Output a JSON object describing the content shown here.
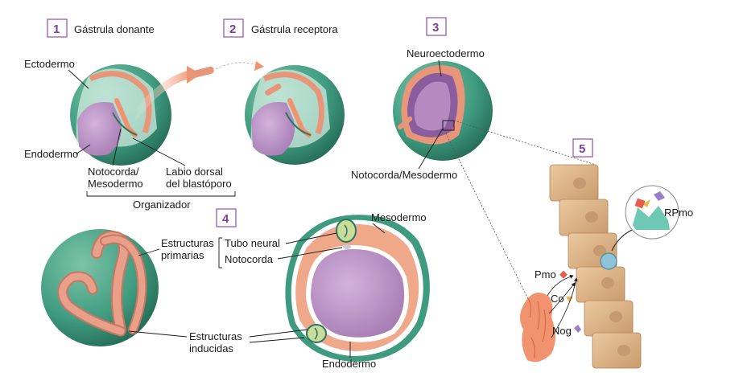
{
  "panels": [
    {
      "number": "1",
      "title": "Gástrula donante"
    },
    {
      "number": "2",
      "title": "Gástrula receptora"
    },
    {
      "number": "3",
      "title": ""
    },
    {
      "number": "4",
      "title": ""
    },
    {
      "number": "5",
      "title": ""
    }
  ],
  "labels": {
    "ectodermo": "Ectodermo",
    "endodermo_1": "Endodermo",
    "notocorda_mesodermo_1a": "Notocorda/",
    "notocorda_mesodermo_1b": "Mesodermo",
    "labio_dorsal_a": "Labio dorsal",
    "labio_dorsal_b": "del blastóporo",
    "organizador": "Organizador",
    "neuroectodermo": "Neuroectodermo",
    "notocorda_mesodermo_3": "Notocorda/Mesodermo",
    "estructuras_primarias_a": "Estructuras",
    "estructuras_primarias_b": "primarias",
    "tubo_neural": "Tubo neural",
    "notocorda": "Notocorda",
    "mesodermo": "Mesodermo",
    "estructuras_inducidas_a": "Estructuras",
    "estructuras_inducidas_b": "inducidas",
    "endodermo_4": "Endodermo",
    "pmo": "Pmo",
    "co": "Co",
    "nog": "Nog",
    "rpmo": "RPmo"
  },
  "colors": {
    "green": "#3f9b7f",
    "green_dark": "#2b7660",
    "purple": "#b48ac0",
    "purple_dark": "#8a5e9e",
    "salmon": "#e8967a",
    "orange": "#f0936e",
    "tan": "#d9b48a",
    "number_purple": "#7b3f9e"
  }
}
